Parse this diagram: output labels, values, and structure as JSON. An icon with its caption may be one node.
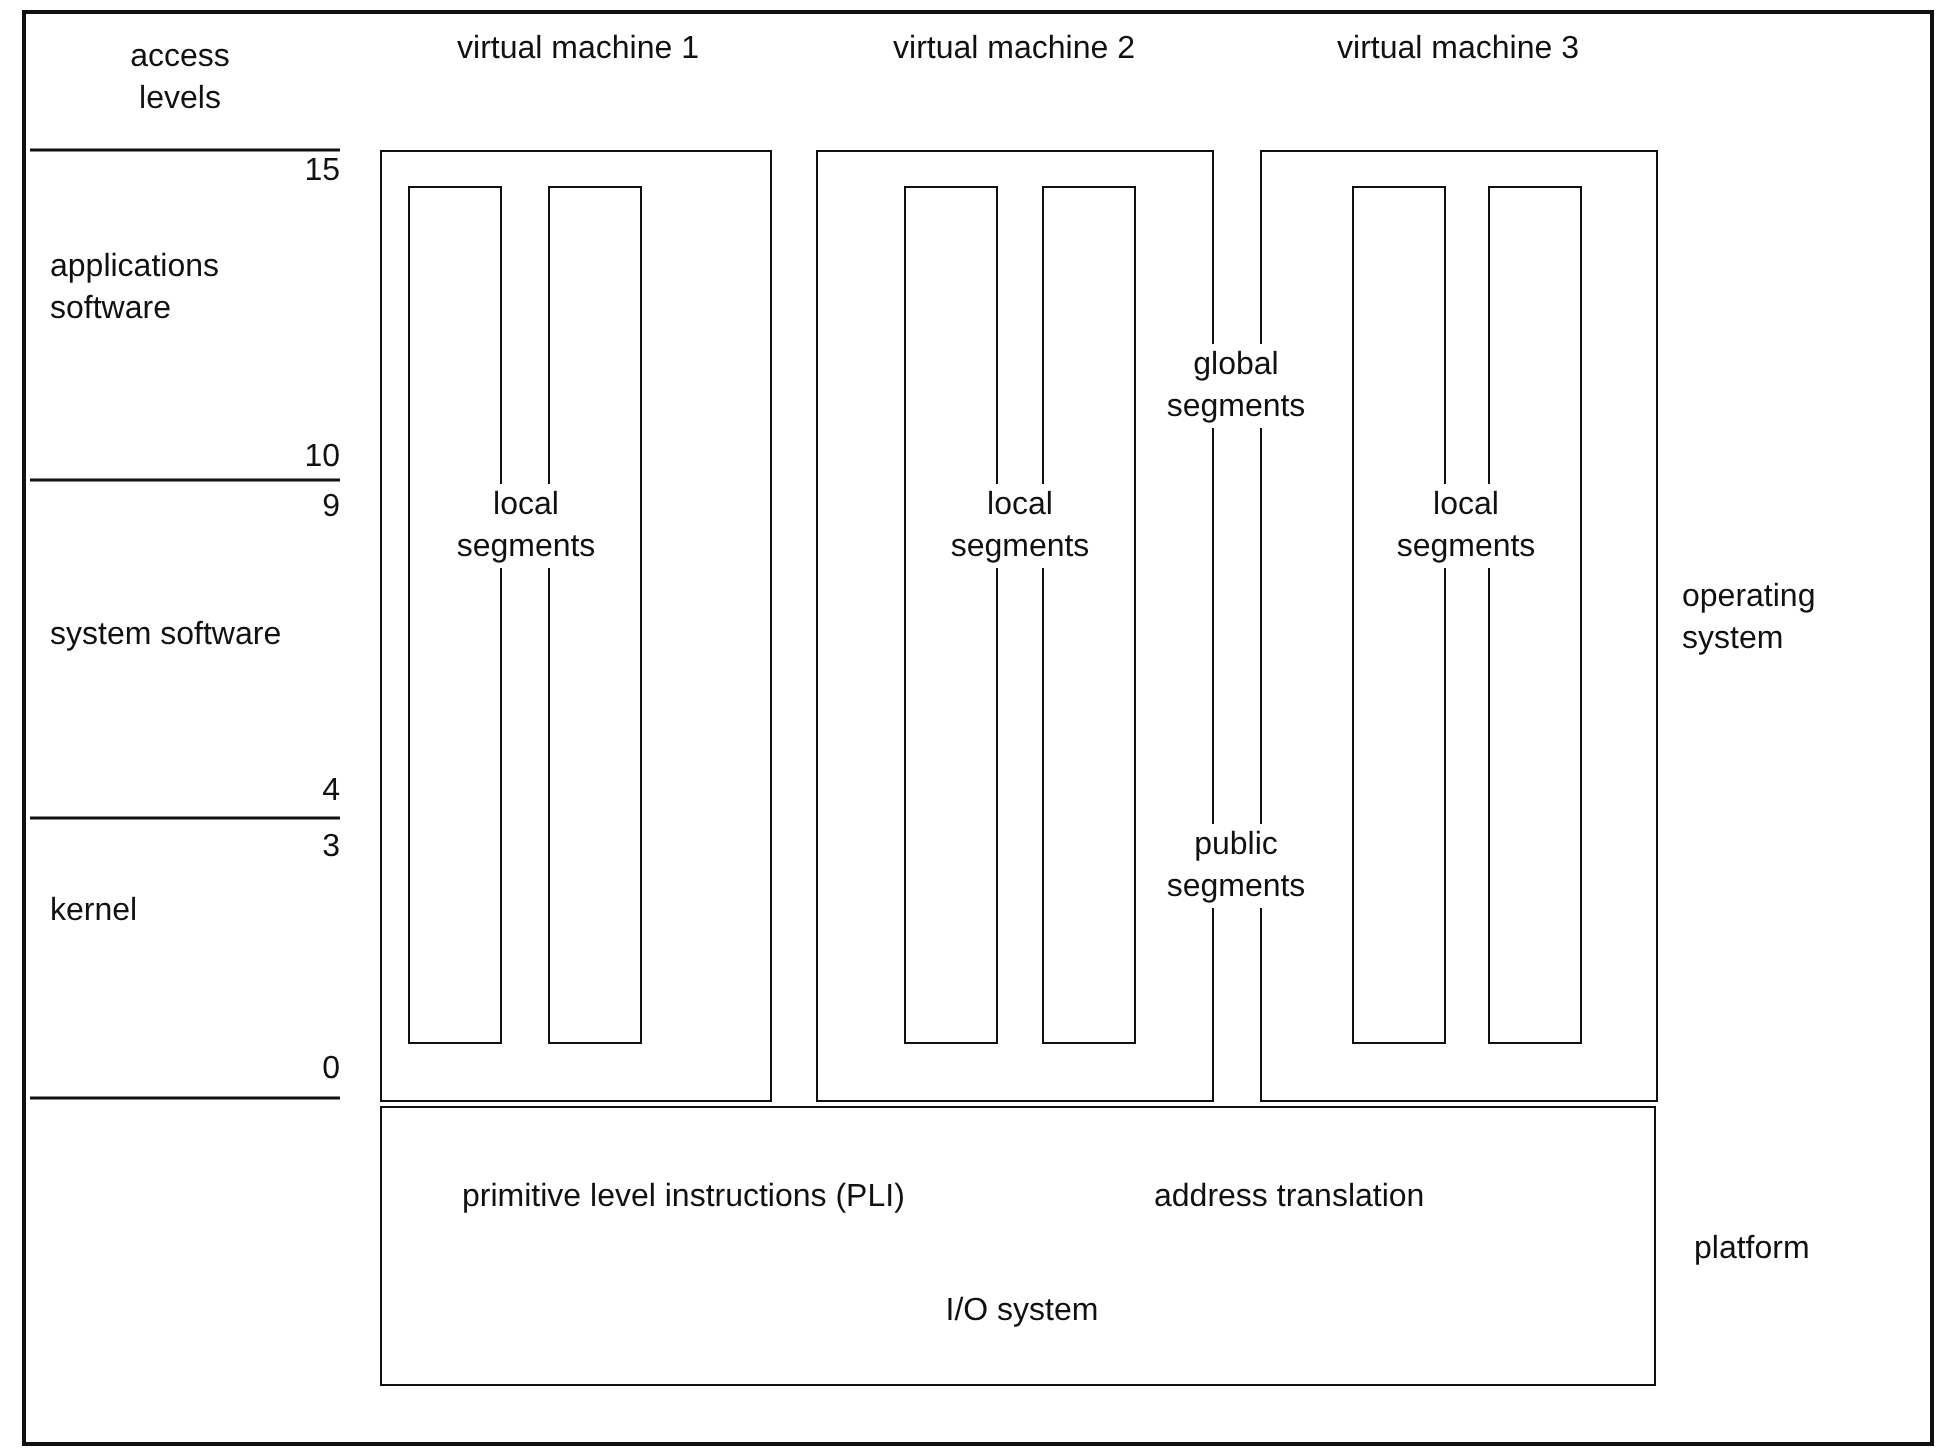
{
  "diagram": {
    "nodes": [
      {
        "text": [
          "virtual machine 1",
          "local segments"
        ]
      },
      {
        "text": [],
        "shape": "box",
        "in": 0
      },
      {
        "text": [],
        "shape": "box",
        "in": 0
      },
      {
        "text": [
          "virtual machine 2",
          "local segments"
        ]
      },
      {
        "text": [],
        "shape": "box",
        "in": 3
      },
      {
        "text": [],
        "shape": "box",
        "in": 3
      },
      {
        "text": [
          "virtual machine 3",
          "local segments"
        ]
      },
      {
        "text": [],
        "shape": "box",
        "in": 6
      },
      {
        "text": [],
        "shape": "box",
        "in": 6
      },
      {
        "text": [
          "primitive level instructions (PLI)",
          "address translation",
          "I/O system"
        ],
        "beside": [
          "platform"
        ]
      }
    ],
    "edges": [],
    "labels": [
      "access levels",
      "15",
      "applications software",
      "10",
      "9",
      "system software",
      "4",
      "3",
      "kernel",
      "0",
      "global segments",
      "public segments",
      "operating system"
    ]
  }
}
